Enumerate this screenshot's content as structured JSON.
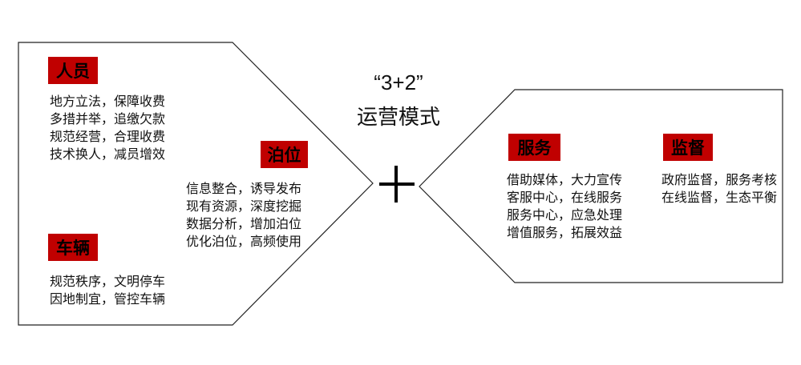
{
  "title": {
    "line1": "“3+2”",
    "line2": "运营模式"
  },
  "center_symbol": "+",
  "left_group": {
    "personnel": {
      "label": "人员",
      "lines": [
        "地方立法，保障收费",
        "多措并举，追缴欠款",
        "规范经营，合理收费",
        "技术换人，减员增效"
      ]
    },
    "berth": {
      "label": "泊位",
      "lines": [
        "信息整合，诱导发布",
        "现有资源，深度挖掘",
        "数据分析，增加泊位",
        "优化泊位，高频使用"
      ]
    },
    "vehicle": {
      "label": "车辆",
      "lines": [
        "规范秩序，文明停车",
        "因地制宜，管控车辆"
      ]
    }
  },
  "right_group": {
    "service": {
      "label": "服务",
      "lines": [
        "借助媒体，大力宣传",
        "客服中心，在线服务",
        "服务中心，应急处理",
        "增值服务，拓展效益"
      ]
    },
    "supervision": {
      "label": "监督",
      "lines": [
        "政府监督，服务考核",
        "在线监督，生态平衡"
      ]
    }
  },
  "colors": {
    "tag": "#c00000",
    "stroke": "#000000"
  }
}
